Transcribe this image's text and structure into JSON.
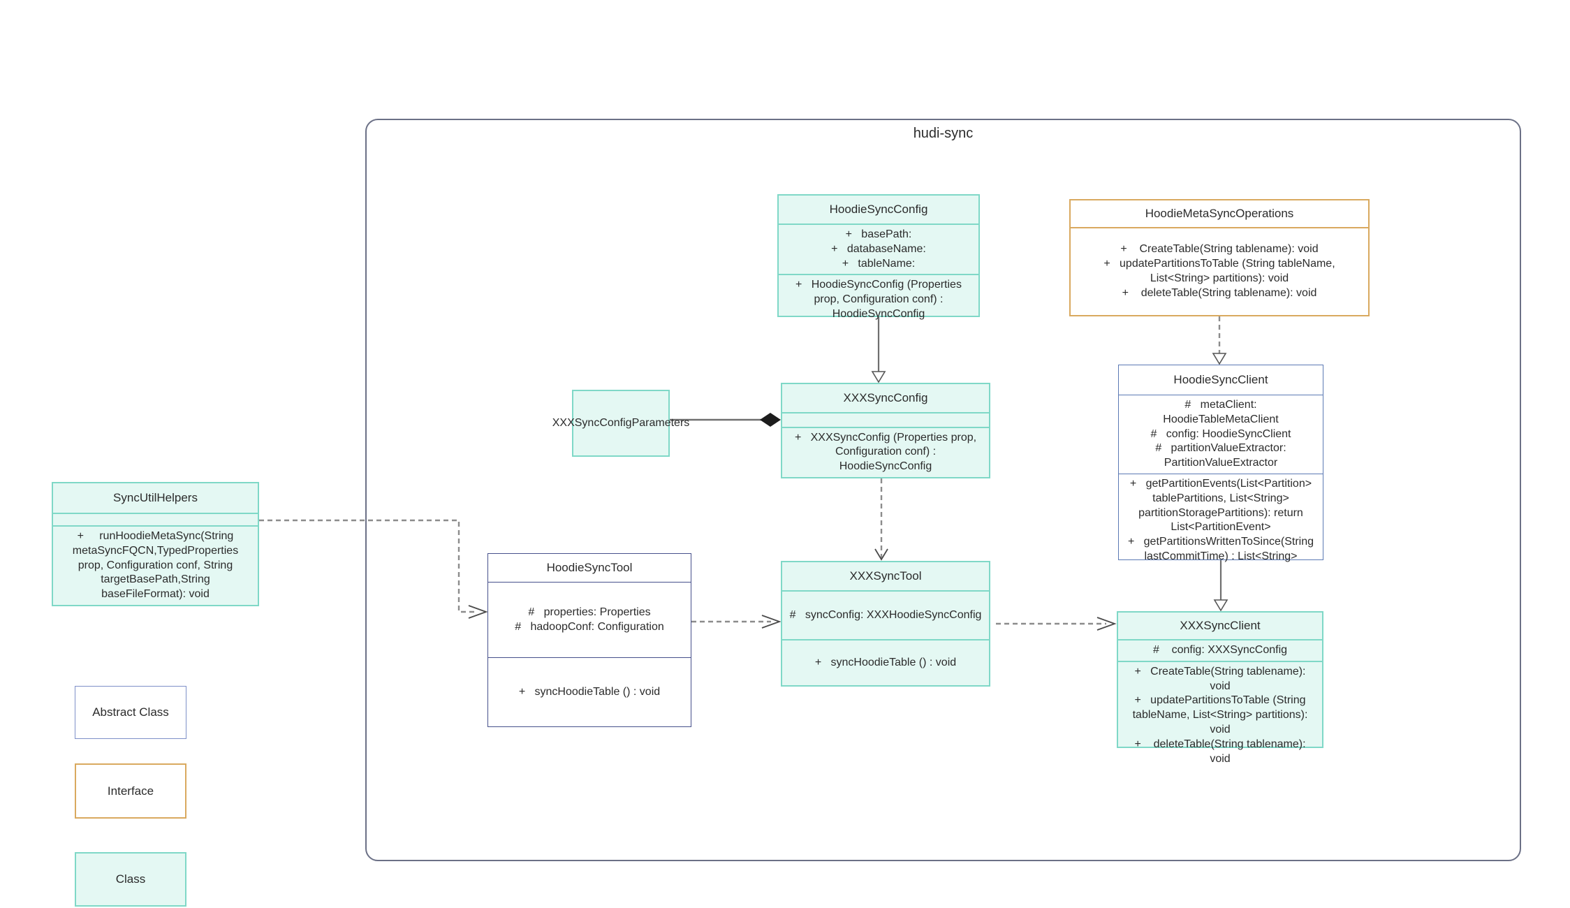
{
  "diagram": {
    "package_label": "hudi-sync",
    "colors": {
      "class_fill": "#e4f8f3",
      "class_border": "#7fd8c7",
      "abstract_border": "#7e90c8",
      "abstract_border2": "#46508b",
      "interface_border": "#d9a95f",
      "container_border": "#6b7086"
    },
    "classes": {
      "hoodie_sync_config": {
        "title": "HoodieSyncConfig",
        "attributes": [
          "+   basePath:",
          "+   databaseName:",
          "+   tableName:"
        ],
        "methods": [
          "+   HoodieSyncConfig (Properties prop, Configuration conf) : HoodieSyncConfig"
        ]
      },
      "hoodie_meta_sync_operations": {
        "title": "HoodieMetaSyncOperations",
        "methods": [
          "+    CreateTable(String tablename): void",
          "+   updatePartitionsToTable (String tableName, List<String> partitions): void",
          "+    deleteTable(String tablename): void"
        ]
      },
      "xxx_sync_config_parameters": {
        "title": "XXXSyncConfigParameters"
      },
      "xxx_sync_config": {
        "title": "XXXSyncConfig",
        "methods": [
          "+   XXXSyncConfig (Properties prop, Configuration conf) : HoodieSyncConfig"
        ]
      },
      "hoodie_sync_client": {
        "title": "HoodieSyncClient",
        "attributes": [
          "#   metaClient: HoodieTableMetaClient",
          "#   config: HoodieSyncClient",
          "#   partitionValueExtractor: PartitionValueExtractor"
        ],
        "methods": [
          "+   getPartitionEvents(List<Partition> tablePartitions, List<String> partitionStoragePartitions): return List<PartitionEvent>",
          "+   getPartitionsWrittenToSince(String lastCommitTime) : List<String>"
        ]
      },
      "sync_util_helpers": {
        "title": "SyncUtilHelpers",
        "methods": [
          "+     runHoodieMetaSync(String metaSyncFQCN,TypedProperties prop, Configuration conf, String targetBasePath,String baseFileFormat): void"
        ]
      },
      "hoodie_sync_tool": {
        "title": "HoodieSyncTool",
        "attributes": [
          "#   properties: Properties",
          "#   hadoopConf: Configuration"
        ],
        "methods": [
          "+   syncHoodieTable () : void"
        ]
      },
      "xxx_sync_tool": {
        "title": "XXXSyncTool",
        "attributes": [
          "#   syncConfig: XXXHoodieSyncConfig"
        ],
        "methods": [
          "+   syncHoodieTable () : void"
        ]
      },
      "xxx_sync_client": {
        "title": "XXXSyncClient",
        "attributes": [
          "#    config: XXXSyncConfig"
        ],
        "methods": [
          "+   CreateTable(String tablename): void",
          "+   updatePartitionsToTable (String tableName, List<String> partitions): void",
          "+    deleteTable(String tablename): void"
        ]
      }
    },
    "legend": {
      "abstract_class": "Abstract Class",
      "interface": "Interface",
      "class": "Class"
    },
    "relationships": [
      {
        "from": "HoodieSyncConfig",
        "to": "XXXSyncConfig",
        "type": "generalization"
      },
      {
        "from": "HoodieMetaSyncOperations",
        "to": "HoodieSyncClient",
        "type": "realization"
      },
      {
        "from": "XXXSyncConfig",
        "to": "XXXSyncTool",
        "type": "dependency"
      },
      {
        "from": "HoodieSyncClient",
        "to": "XXXSyncClient",
        "type": "generalization"
      },
      {
        "from": "XXXSyncConfigParameters",
        "to": "XXXSyncConfig",
        "type": "composition"
      },
      {
        "from": "SyncUtilHelpers",
        "to": "HoodieSyncTool",
        "type": "dependency"
      },
      {
        "from": "HoodieSyncTool",
        "to": "XXXSyncTool",
        "type": "dependency"
      },
      {
        "from": "XXXSyncTool",
        "to": "XXXSyncClient",
        "type": "dependency"
      }
    ]
  }
}
